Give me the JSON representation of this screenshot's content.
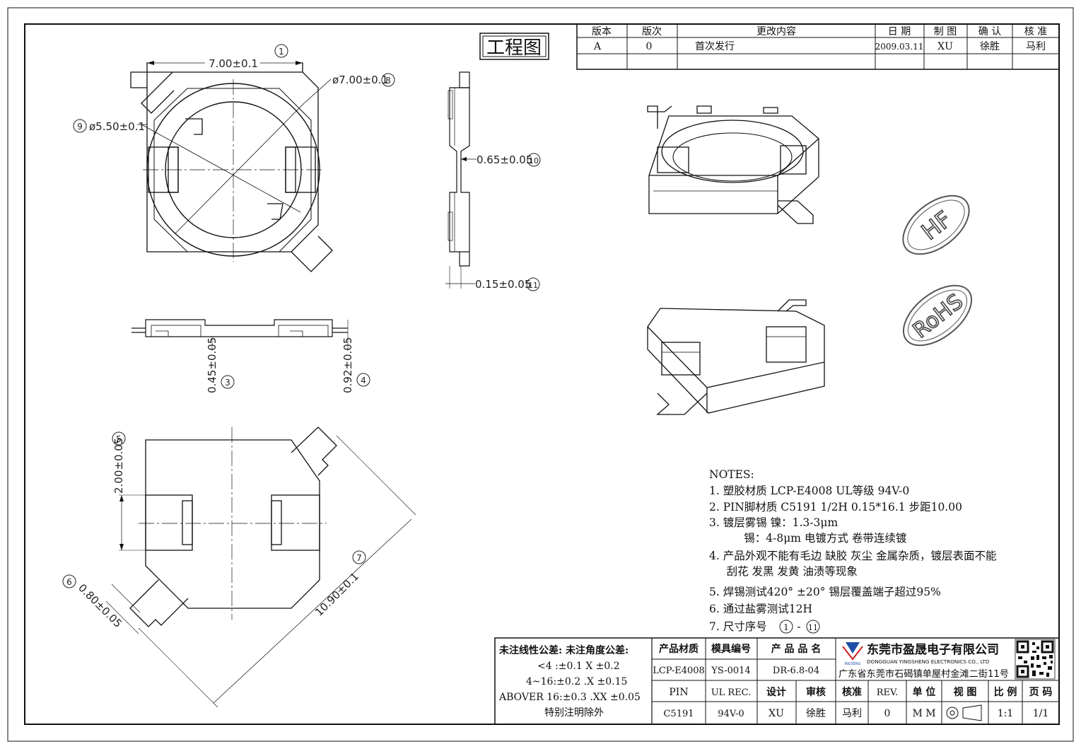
{
  "drawing_title": "工程图",
  "revision_table": {
    "headers": [
      "版本",
      "版次",
      "更改内容",
      "日 期",
      "制 图",
      "确 认",
      "核 准"
    ],
    "row": [
      "A",
      "0",
      "首次发行",
      "2009.03.11",
      "XU",
      "徐胜",
      "马利"
    ]
  },
  "dimensions": {
    "d1": "7.00±0.1",
    "n1": "1",
    "d8": "ø7.00±0.1",
    "n8": "8",
    "d9": "ø5.50±0.1",
    "n9": "9",
    "d10": "0.65±0.05",
    "n10": "10",
    "d11": "0.15±0.05",
    "n11": "11",
    "d3": "0.45±0.05",
    "n3": "3",
    "d4": "0.92±0.05",
    "n4": "4",
    "d5": "2.00±0.05",
    "n5": "5",
    "d6": "0.80±0.05",
    "n6": "6",
    "d7": "10.90±0.1",
    "n7": "7"
  },
  "stamps": {
    "hf": "HF",
    "rohs": "RoHS"
  },
  "notes": {
    "title": "NOTES:",
    "items": [
      "1.  塑胶材质 LCP-E4008 UL等级 94V-0",
      "2.  PIN脚材质 C5191 1/2H 0.15*16.1 步距10.00",
      "3.  镀层雾锡 镍：1.3-3μm",
      "          锡：4-8μm 电镀方式 卷带连续镀",
      "4.  产品外观不能有毛边 缺胶 灰尘 金属杂质，镀层表面不能",
      "     刮花 发黑 发黄 油渍等现象",
      "5.  焊锡测试420° ±20° 锡层覆盖端子超过95%",
      "6.  通过盐雾测试12H",
      "7.  尺寸序号"
    ],
    "range_start": "1",
    "range_sep": "-",
    "range_end": "11"
  },
  "tolerance": {
    "head": "未注线性公差:  未注角度公差:",
    "l1": "<4 :±0.1  X ±0.2",
    "l2": "4~16:±0.2  .X ±0.15",
    "l3": "ABOVER 16:±0.3  .XX ±0.05",
    "l4": "特别注明除外"
  },
  "title_block": {
    "h_material": "产品材质",
    "h_mold": "模具编号",
    "h_name": "产 品 品 名",
    "material": "LCP-E4008",
    "mold": "YS-0014",
    "name": "DR-6.8-04",
    "pin": "PIN",
    "ul": "UL REC.",
    "h_design": "设计",
    "h_review": "审核",
    "h_approve": "核准",
    "h_rev": "REV.",
    "h_unit": "单 位",
    "h_view": "视 图",
    "h_scale": "比 例",
    "h_page": "页 码",
    "pin_mat": "C5191",
    "ul_val": "94V-0",
    "design": "XU",
    "review": "徐胜",
    "approve": "马利",
    "rev": "0",
    "unit": "M M",
    "scale": "1:1",
    "page": "1/1"
  },
  "company": {
    "name_cn": "东莞市盈晟电子有限公司",
    "name_en": "DONGGUAN YINGSHENG ELECTRONICS CO., LTD",
    "logo_text": "INGSENG",
    "address": "广东省东莞市石碣镇单屋村金滩二街11号"
  }
}
